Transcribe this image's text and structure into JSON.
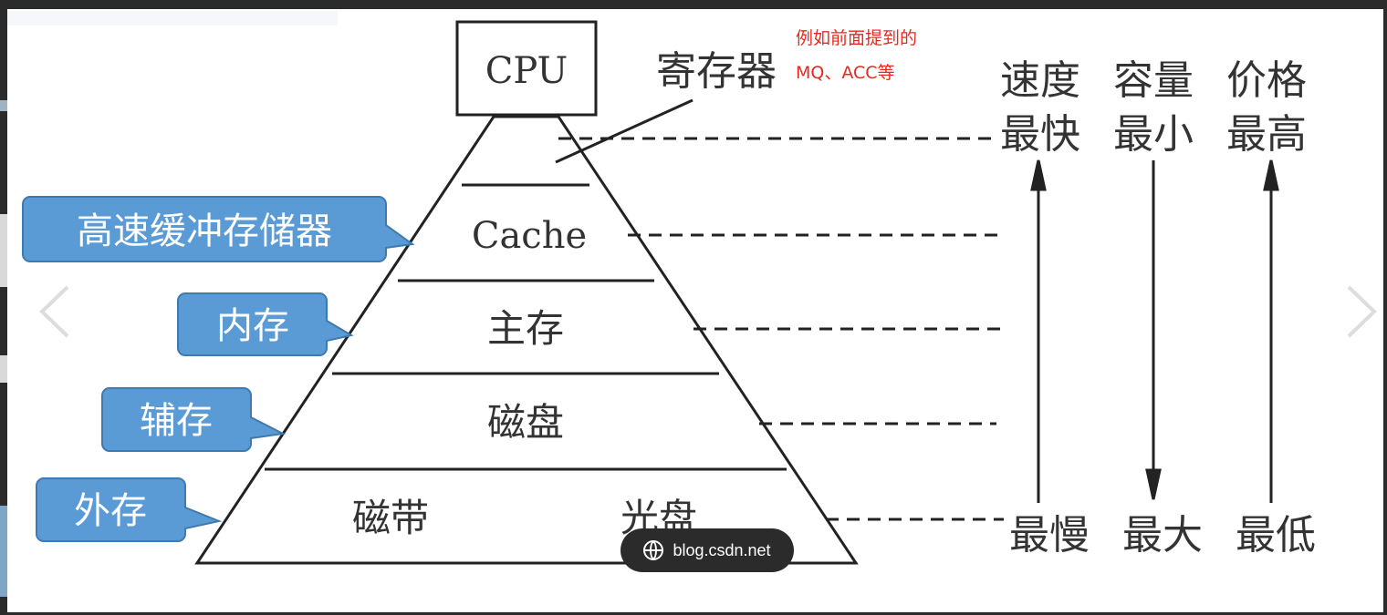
{
  "diagram": {
    "cpu_label": "CPU",
    "register_label": "寄存器",
    "annotation": {
      "line1": "例如前面提到的",
      "line2": "MQ、ACC等",
      "color": "#e8281e"
    },
    "pyramid_levels": [
      "Cache",
      "主存",
      "磁盘"
    ],
    "bottom_left": "磁带",
    "bottom_right": "光盘",
    "callouts": [
      {
        "label": "高速缓冲存储器"
      },
      {
        "label": "内存"
      },
      {
        "label": "辅存"
      },
      {
        "label": "外存"
      }
    ],
    "callout_color": "#5b9bd5",
    "metrics": [
      {
        "title": "速度",
        "top": "最快",
        "bottom": "最慢",
        "arrow": "up"
      },
      {
        "title": "容量",
        "top": "最小",
        "bottom": "最大",
        "arrow": "down"
      },
      {
        "title": "价格",
        "top": "最高",
        "bottom": "最低",
        "arrow": "up"
      }
    ]
  },
  "watermark": {
    "text": "blog.csdn.net",
    "icon": "globe-icon"
  },
  "nav": {
    "prev_icon": "chevron-left-icon",
    "next_icon": "chevron-right-icon"
  }
}
